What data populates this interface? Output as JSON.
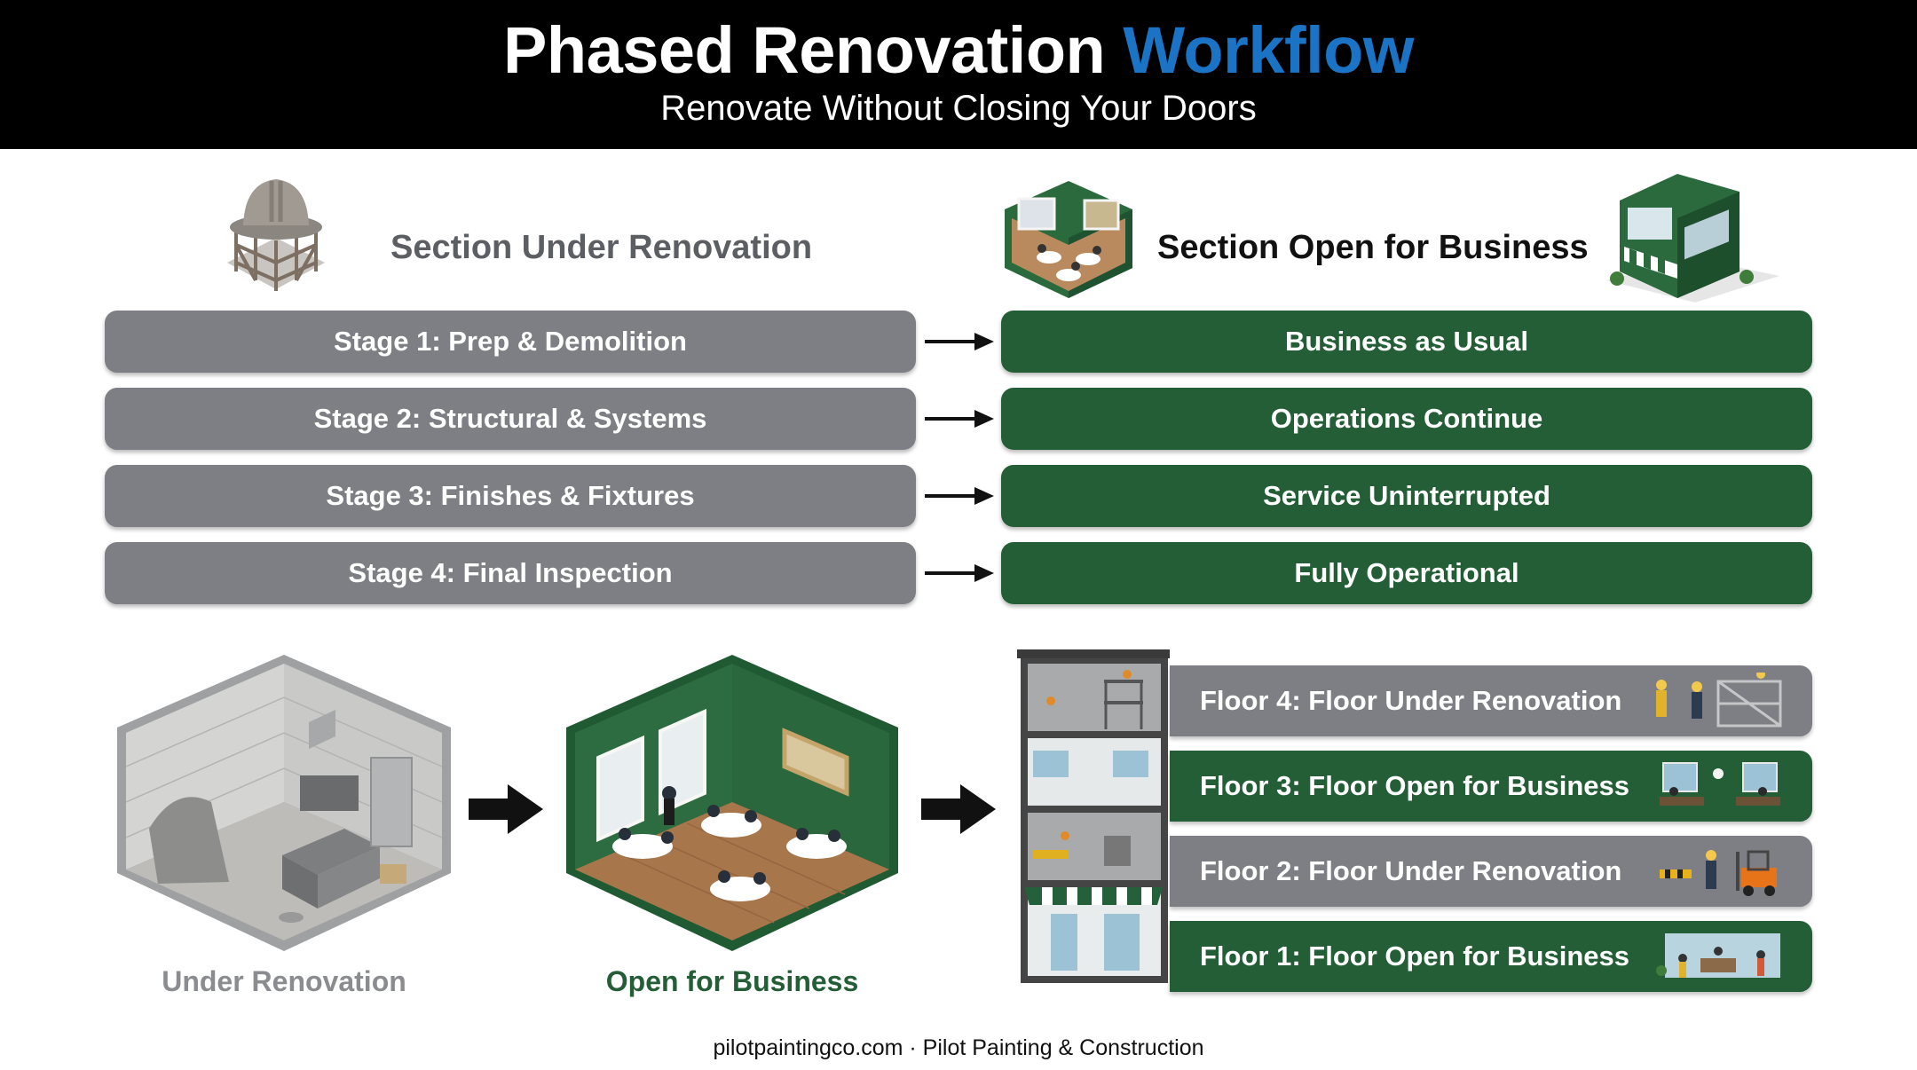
{
  "header": {
    "title_main": "Phased Renovation",
    "title_accent": "Workflow",
    "subtitle": "Renovate Without Closing Your Doors"
  },
  "columns": {
    "renovation_heading": "Section Under Renovation",
    "open_heading": "Section Open for Business"
  },
  "stages": [
    {
      "left": "Stage 1: Prep & Demolition",
      "right": "Business as Usual"
    },
    {
      "left": "Stage 2: Structural & Systems",
      "right": "Operations Continue"
    },
    {
      "left": "Stage 3: Finishes & Fixtures",
      "right": "Service Uninterrupted"
    },
    {
      "left": "Stage 4: Final Inspection",
      "right": "Fully Operational"
    }
  ],
  "illustrations": {
    "renovation_caption": "Under Renovation",
    "open_caption": "Open for Business"
  },
  "floors": [
    {
      "label": "Floor 4: Floor Under Renovation",
      "status": "renovation"
    },
    {
      "label": "Floor 3: Floor Open for Business",
      "status": "open"
    },
    {
      "label": "Floor 2: Floor Under Renovation",
      "status": "renovation"
    },
    {
      "label": "Floor 1: Floor Open for Business",
      "status": "open"
    }
  ],
  "footer": "pilotpaintingco.com · Pilot Painting & Construction",
  "colors": {
    "header_bg": "#000000",
    "accent_blue": "#1a73c4",
    "renovation_grey": "#7d7f84",
    "open_green": "#245e36"
  },
  "icons": [
    "scaffold-hardhat-icon",
    "restaurant-room-icon",
    "storefront-icon",
    "arrow-right-icon",
    "workers-icon",
    "office-icon",
    "forklift-icon",
    "shop-icon"
  ]
}
